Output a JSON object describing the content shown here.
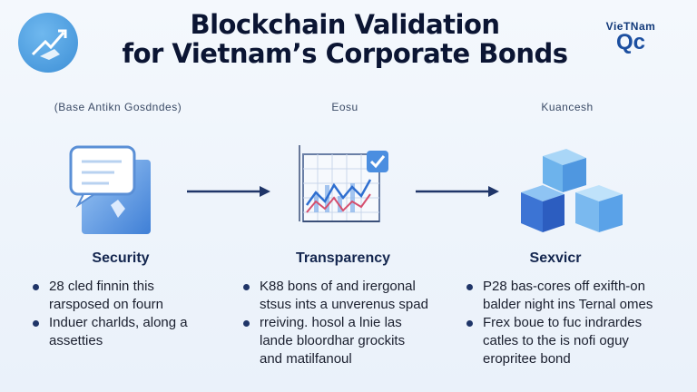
{
  "header": {
    "title_line1": "Blockchain Validation",
    "title_line2": "for Vietnam’s Corporate Bonds",
    "logo_brand": "VieTNam",
    "logo_mark": "Qc"
  },
  "columns": [
    {
      "subtitle": "(Base Antikn Gosdndes)",
      "title": "Security",
      "icon": "document-shield-icon",
      "bullets": [
        {
          "line1": "28 cled finnin this",
          "line2": "rarsposed on fourn"
        },
        {
          "line1": "Induer charlds, along a",
          "line2": "assetties"
        }
      ]
    },
    {
      "subtitle": "Eosu",
      "title": "Transparency",
      "icon": "chart-check-icon",
      "bullets": [
        {
          "line1": "K88 bons of and irergonal",
          "line2": "stsus ints a unverenus spad"
        },
        {
          "line1": "rreiving. hosol a lnie las",
          "line2": "lande  bloordhar grockits",
          "line3": "and matilfanoul"
        }
      ]
    },
    {
      "subtitle": "Kuancesh",
      "title": "Sexvicr",
      "icon": "cubes-icon",
      "bullets": [
        {
          "line1": "P28 bas-cores off exifth-on",
          "line2": "balder night ins Ternal omes"
        },
        {
          "line1": "Frex boue to fuc indrardes",
          "line2": "catles to the is nofi oguy",
          "line3": "eropritee bond"
        }
      ]
    }
  ],
  "colors": {
    "background": "#eef4fb",
    "accent": "#2f6fd0",
    "arrow": "#1f3568",
    "cube": "#4f8fe3"
  }
}
